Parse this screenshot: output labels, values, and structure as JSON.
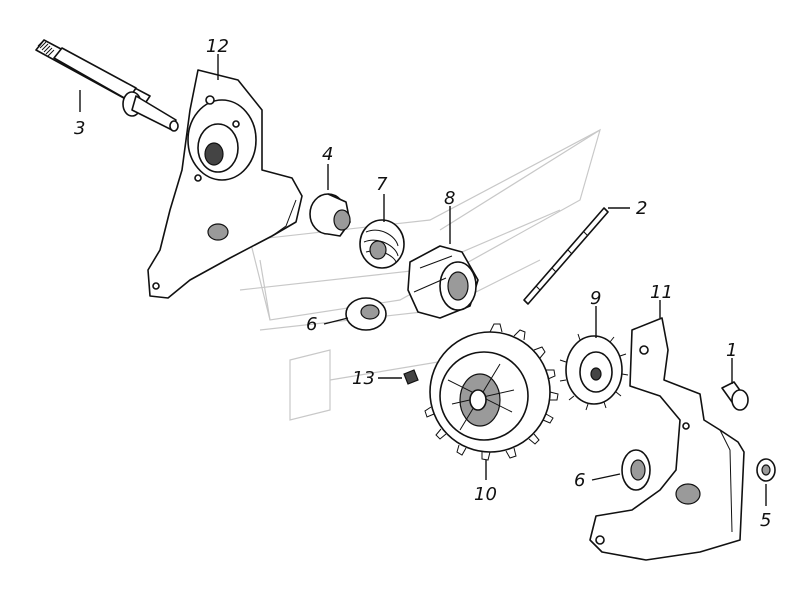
{
  "diagram": {
    "part_labels": {
      "p1": "1",
      "p2": "2",
      "p3": "3",
      "p4": "4",
      "p5": "5",
      "p6a": "6",
      "p6b": "6",
      "p7": "7",
      "p8": "8",
      "p9": "9",
      "p10": "10",
      "p11": "11",
      "p12": "12",
      "p13": "13"
    }
  }
}
